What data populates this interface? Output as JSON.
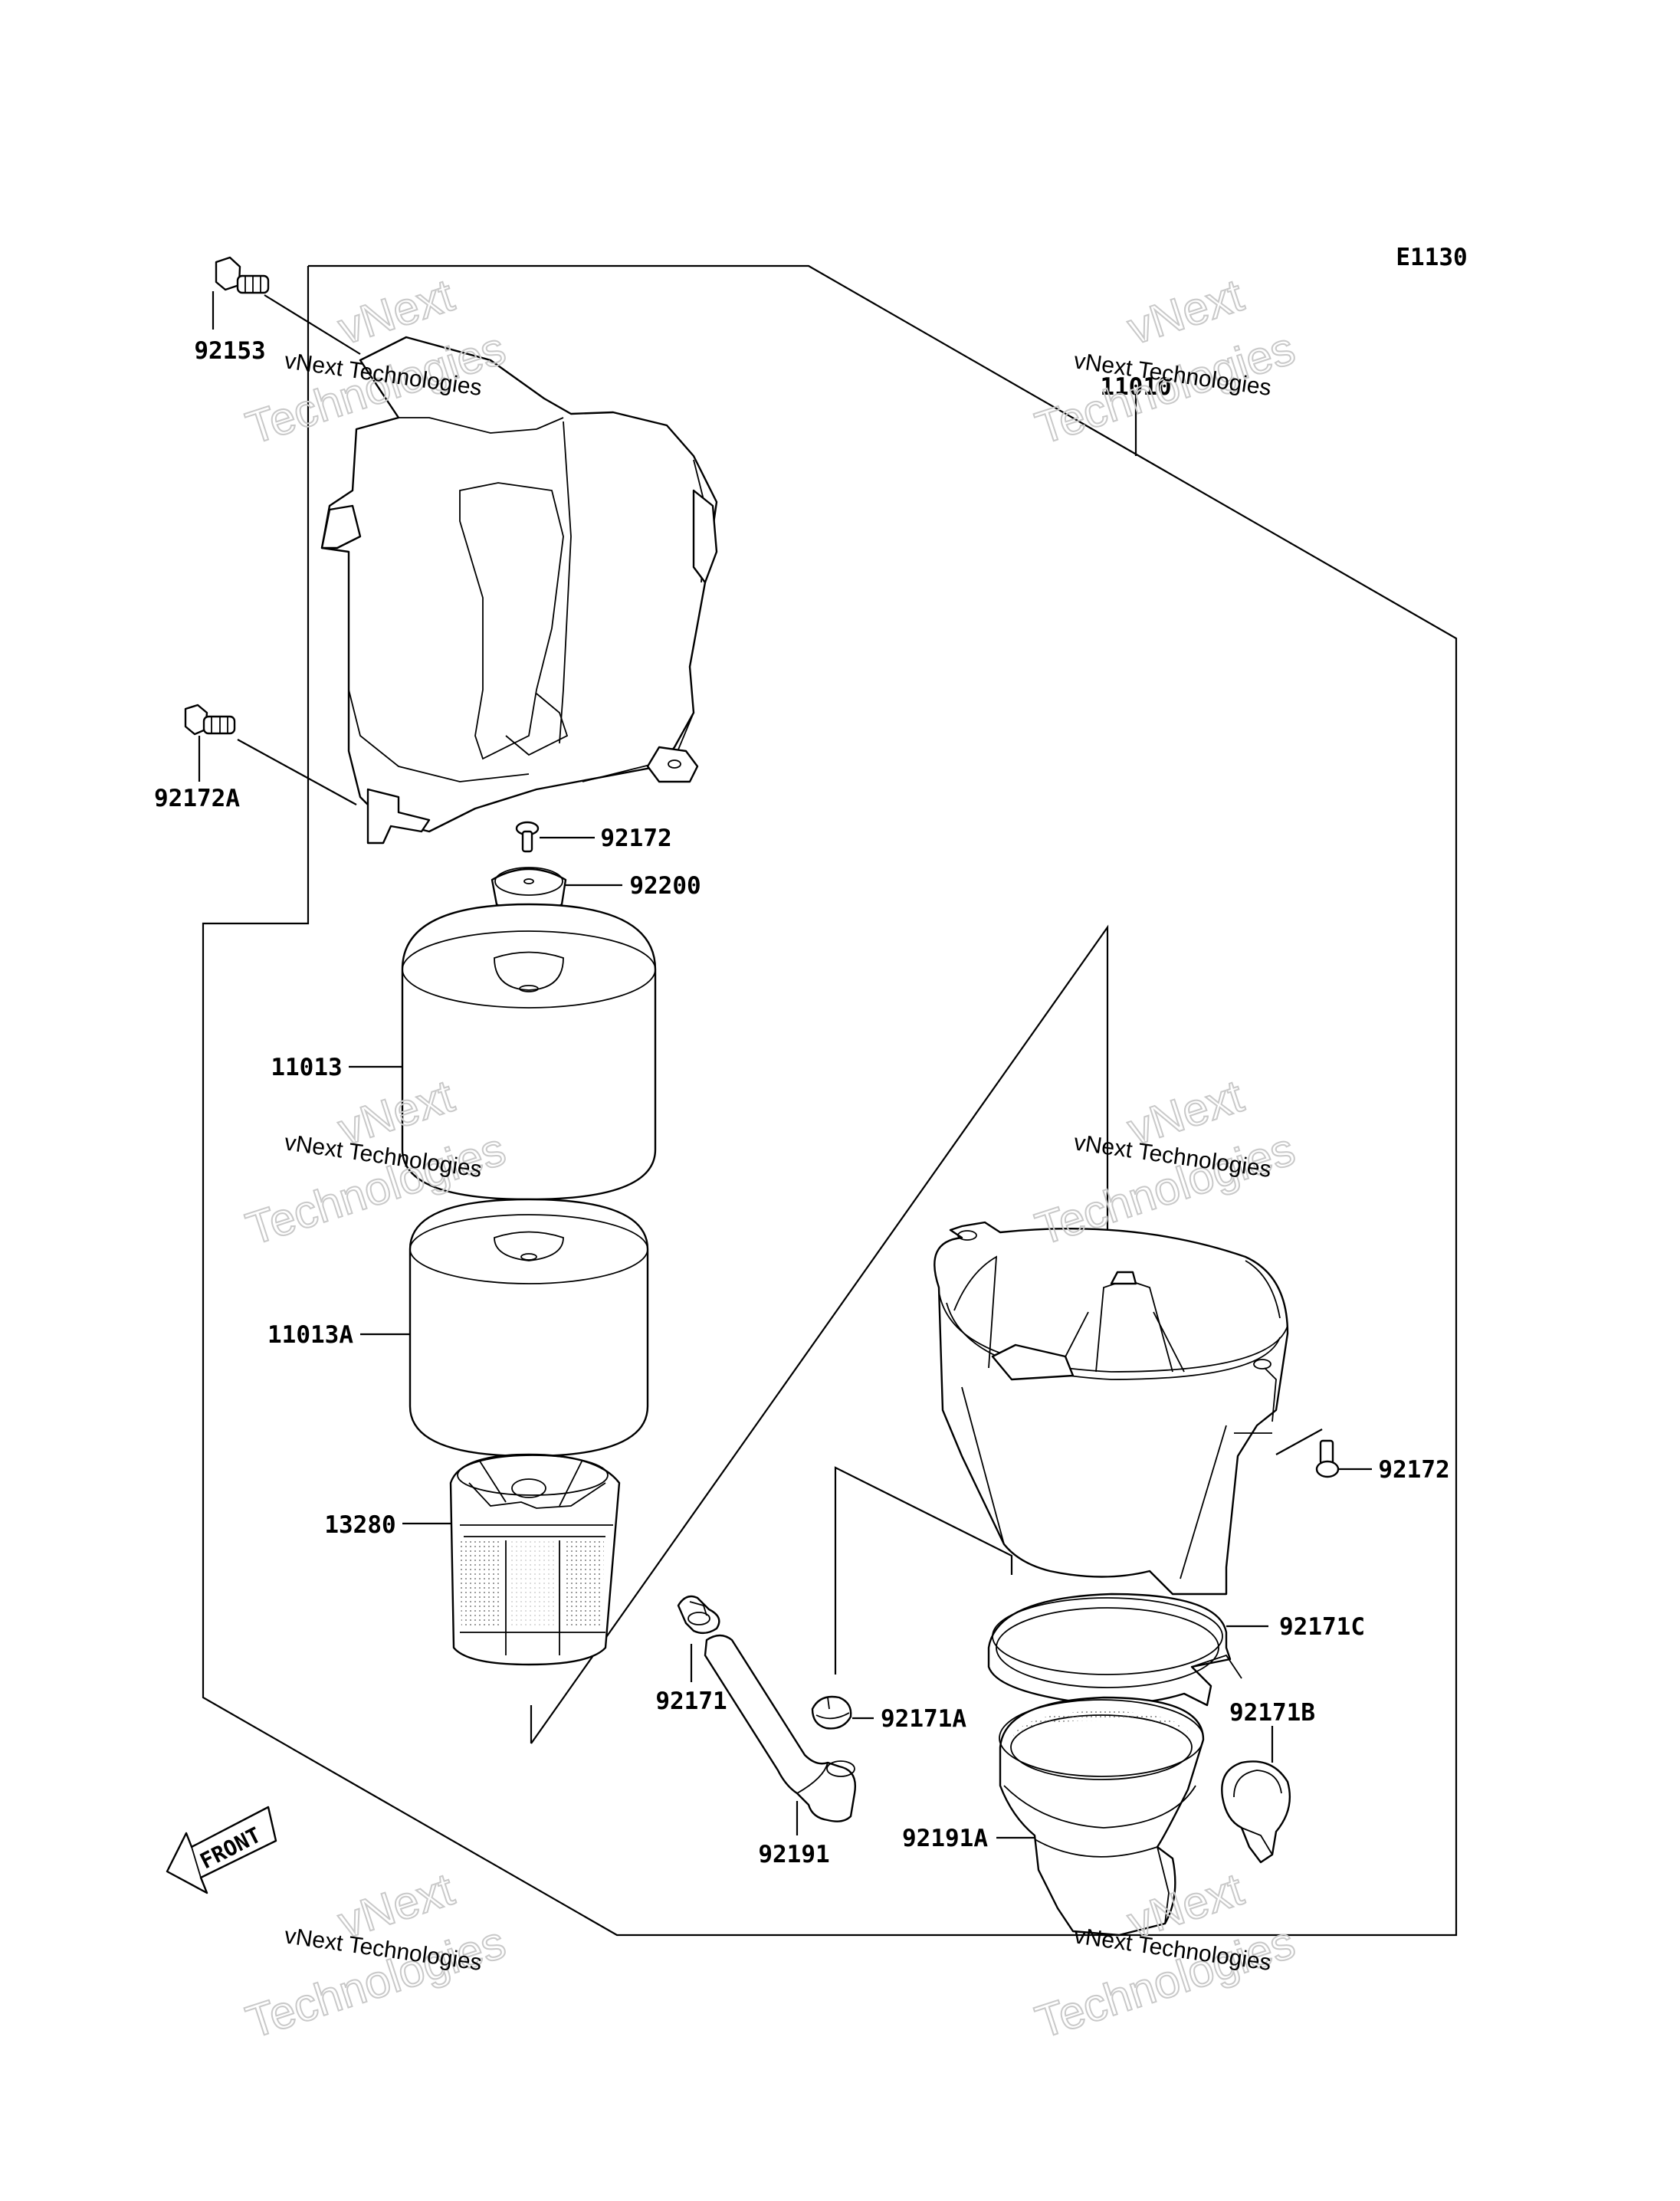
{
  "diagram_code": "E1130",
  "part_numbers": {
    "bolt_top": "92153",
    "bolt_flange": "92172A",
    "screw_top": "92172",
    "cap": "92200",
    "assembly": "11010",
    "filter_outer": "11013",
    "filter_inner": "11013A",
    "filter_frame": "13280",
    "screw_right": "92172",
    "clamp_c": "92171C",
    "clamp_small": "92171",
    "clamp_a": "92171A",
    "clamp_b": "92171B",
    "hose": "92191",
    "duct": "92191A"
  },
  "front_label": "FRONT",
  "watermark": {
    "line1": "vNext Technologies",
    "big1": "vNext",
    "big2": "Technologies"
  }
}
